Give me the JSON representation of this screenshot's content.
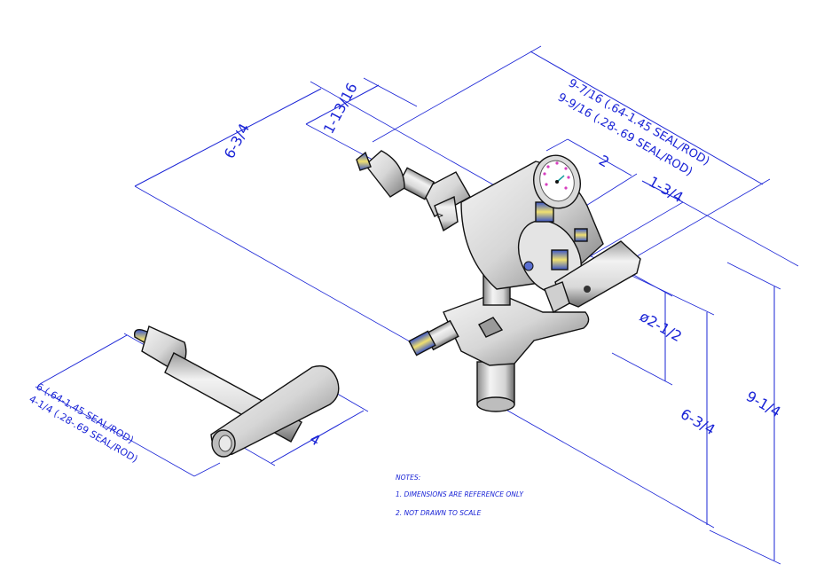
{
  "dimensions": {
    "d_9_7_16": "9-7/16 (.64-1.45 SEAL/ROD)",
    "d_9_9_16": "9-9/16 (.28-.69 SEAL/ROD)",
    "d_1_13_16": "1-13/16",
    "d_6_3_4_top": "6-3/4",
    "d_2": "2",
    "d_1_3_4": "1-3/4",
    "d_dia_2_1_2": "ø2-1/2",
    "d_6_3_4_right": "6-3/4",
    "d_9_1_4": "9-1/4",
    "d_6": "6 (.64-1.45 SEAL/ROD)",
    "d_4_1_4": "4-1/4 (.28-.69 SEAL/ROD)",
    "d_4": "4"
  },
  "notes": {
    "title": "NOTES:",
    "items": [
      "1. DIMENSIONS ARE REFERENCE ONLY",
      "2. NOT DRAWN TO SCALE"
    ]
  },
  "colors": {
    "dimension": "#1a24d6",
    "outline": "#111111",
    "metal_light": "#f4f4f4",
    "metal_mid": "#c9c9c9",
    "metal_dark": "#7a7a7a",
    "gauge_accent": "#d63fbf"
  }
}
